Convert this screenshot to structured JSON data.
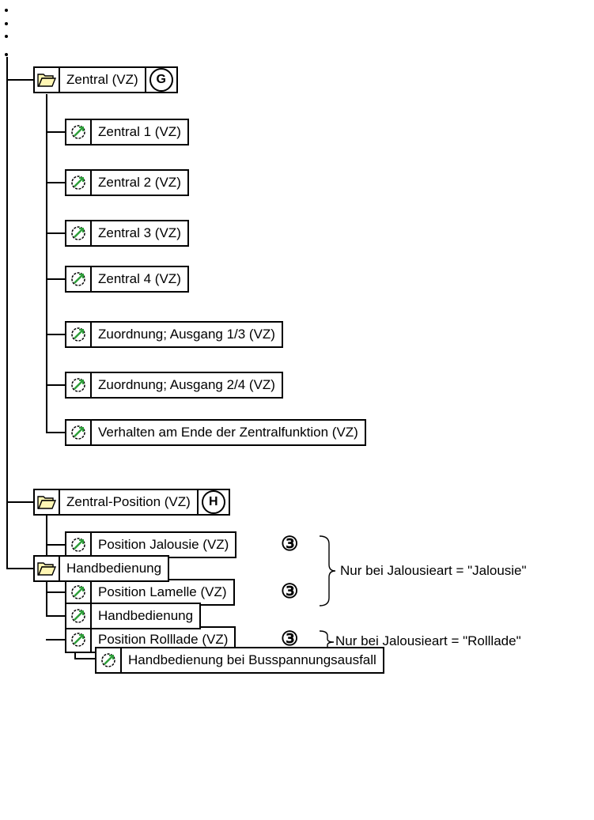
{
  "groups": {
    "zentral": {
      "label": "Zentral (VZ)",
      "badge": "G",
      "items": [
        "Zentral 1 (VZ)",
        "Zentral 2 (VZ)",
        "Zentral 3 (VZ)",
        "Zentral 4 (VZ)",
        "Zuordnung; Ausgang 1/3 (VZ)",
        "Zuordnung; Ausgang 2/4 (VZ)",
        "Verhalten am Ende der Zentralfunktion (VZ)"
      ]
    },
    "zentral_position": {
      "label": "Zentral-Position (VZ)",
      "badge": "H",
      "items": [
        "Position Jalousie (VZ)",
        "Position Lamelle (VZ)",
        "Position Rolllade (VZ)"
      ],
      "item_marker": "③"
    },
    "handbedienung": {
      "label": "Handbedienung",
      "items": [
        "Handbedienung"
      ],
      "subitems": [
        "Handbedienung bei Busspannungsausfall"
      ]
    }
  },
  "notes": {
    "jalousie": "Nur bei Jalousieart = \"Jalousie\"",
    "rolllade": "Nur bei Jalousieart = \"Rolllade\""
  },
  "colors": {
    "folder_fill": "#fff6b3",
    "param_arrow": "#2e9e3a",
    "lines": "#000000"
  }
}
